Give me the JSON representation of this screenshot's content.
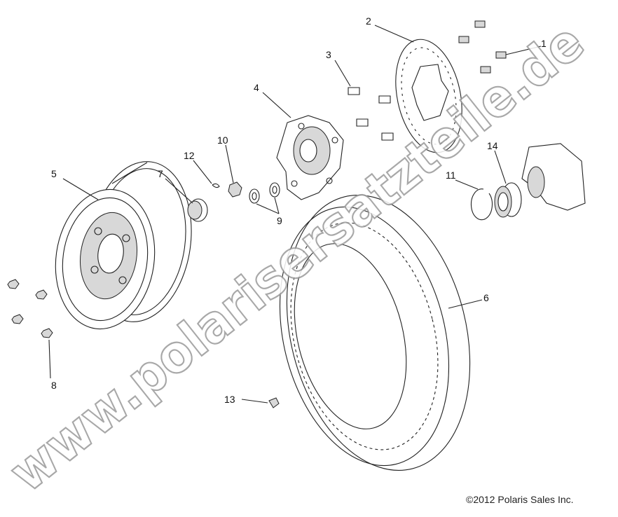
{
  "diagram": {
    "callouts": {
      "c1": "1",
      "c2": "2",
      "c3": "3",
      "c4": "4",
      "c5": "5",
      "c6": "6",
      "c7": "7",
      "c8": "8",
      "c9": "9",
      "c10": "10",
      "c11": "11",
      "c12": "12",
      "c13": "13",
      "c14": "14"
    },
    "watermark": "www.polarisersatzteile.de",
    "copyright": "©2012 Polaris Sales Inc."
  }
}
